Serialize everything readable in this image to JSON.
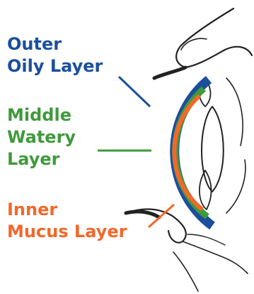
{
  "colors": {
    "outer": "#1b4f9c",
    "middle": "#3f9a3c",
    "inner": "#f2682a",
    "sketch": "#222222"
  },
  "labels": {
    "outer": {
      "line1": "Outer",
      "line2": "Oily Layer"
    },
    "middle": {
      "line1": "Middle",
      "line2": "Watery",
      "line3": "Layer"
    },
    "inner": {
      "line1": "Inner",
      "line2": "Mucus Layer"
    }
  }
}
